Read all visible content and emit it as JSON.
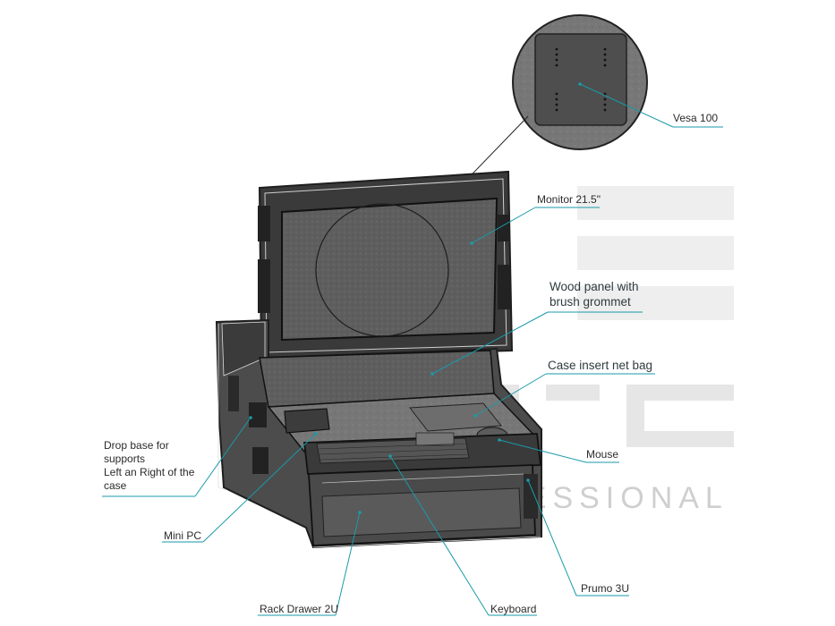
{
  "labels": {
    "vesa": "Vesa 100",
    "monitor": "Monitor 21.5\"",
    "wood_panel": "Wood panel with\nbrush grommet",
    "net_bag": "Case insert net bag",
    "drop_base": "Drop base for\nsupports\nLeft an Right of the\ncase",
    "mouse": "Mouse",
    "mini_pc": "Mini PC",
    "prumo": "Prumo 3U",
    "rack_drawer": "Rack Drawer 2U",
    "keyboard": "Keyboard"
  },
  "watermark": {
    "text": "FESSIONAL"
  },
  "colors": {
    "leader": "#1a9aa8",
    "case_outline": "#1e1e1e",
    "case_fill": "#6a6a6a",
    "screen": "#585858",
    "watermark": "#e2e2e2"
  }
}
